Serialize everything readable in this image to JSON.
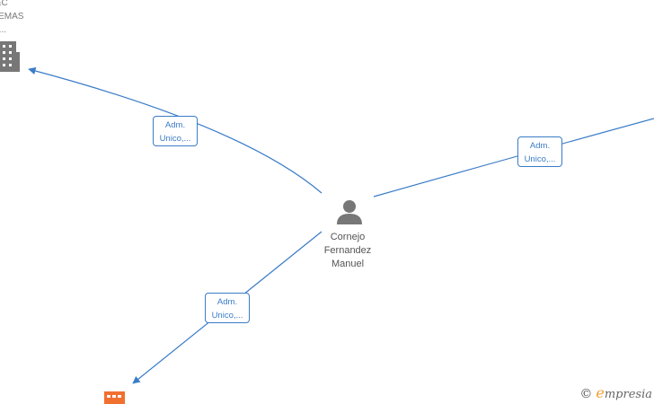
{
  "nodes": {
    "person": {
      "name_lines": [
        "Cornejo",
        "Fernandez",
        "Manuel"
      ],
      "icon": "person-icon"
    },
    "company_top_left": {
      "name_lines": [
        "I&C",
        "TEMAS",
        "E..."
      ],
      "icon": "building-icon",
      "color": "#777777"
    },
    "company_bottom_left": {
      "icon": "building-icon",
      "color": "#f07030"
    }
  },
  "edges": [
    {
      "id": "edge-top-left",
      "label_line1": "Adm.",
      "label_line2": "Unico,..."
    },
    {
      "id": "edge-right",
      "label_line1": "Adm.",
      "label_line2": "Unico,..."
    },
    {
      "id": "edge-bottom-left",
      "label_line1": "Adm.",
      "label_line2": "Unico,..."
    }
  ],
  "colors": {
    "edge": "#3a7cc8",
    "person_icon": "#777777"
  },
  "watermark": {
    "copyright": "©",
    "brand_initial": "e",
    "brand_rest": "mpresia"
  }
}
